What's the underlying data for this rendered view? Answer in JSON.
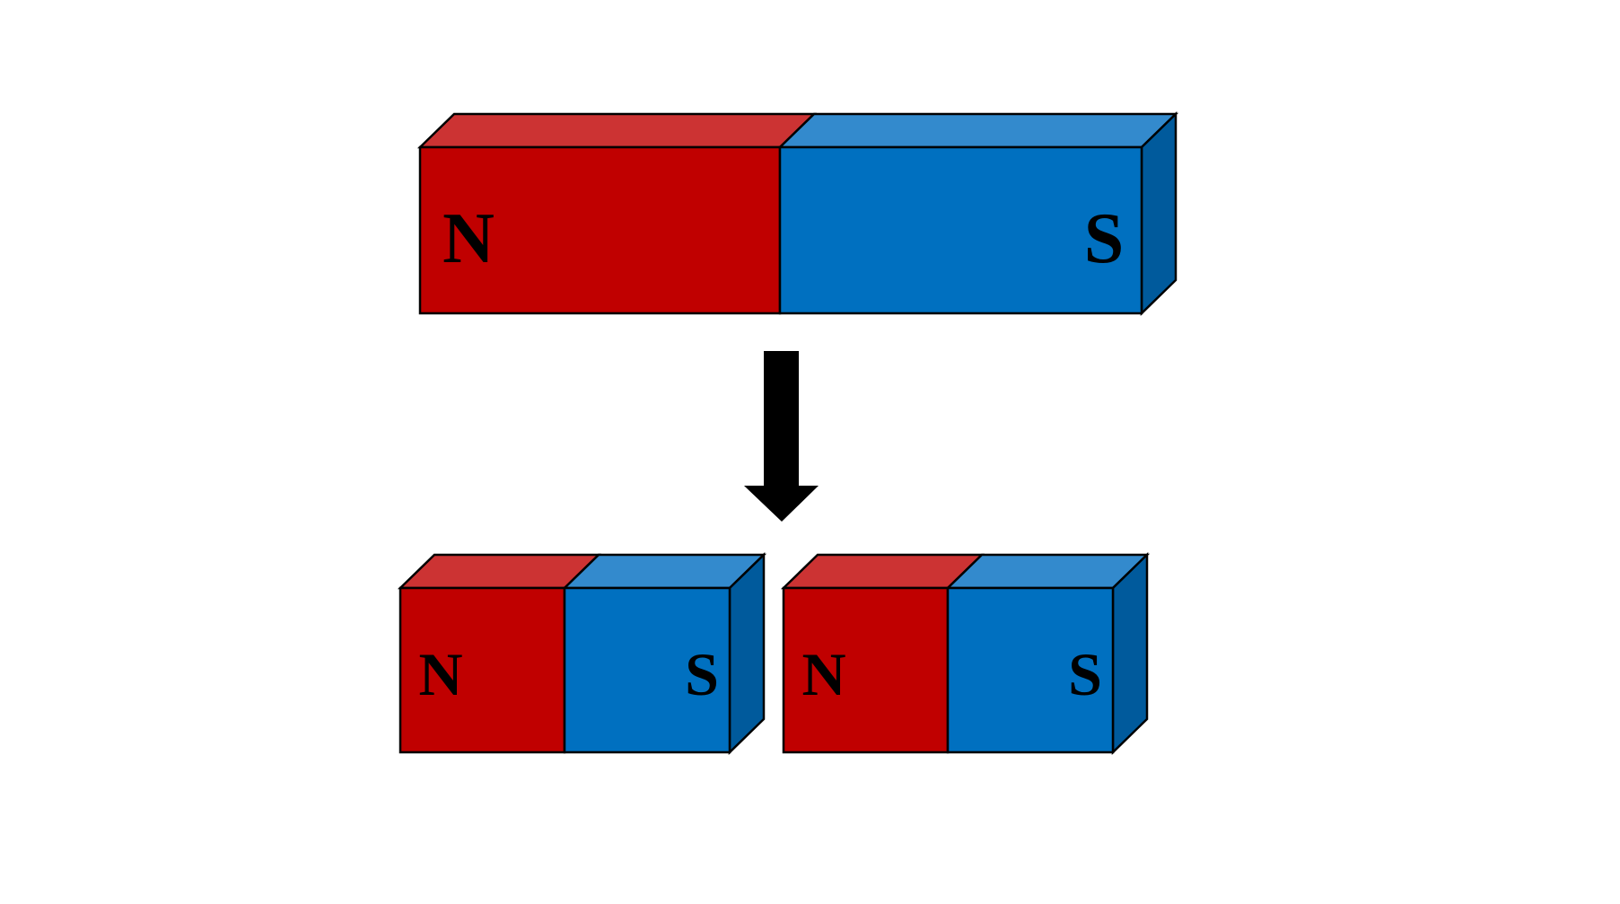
{
  "colors": {
    "north_front": "#C00000",
    "north_top": "#CC3333",
    "south_front": "#0070C0",
    "south_top": "#338ACD",
    "south_side": "#005A9C",
    "outline": "#000000",
    "arrow": "#000000",
    "background": "#FFFFFF"
  },
  "magnet_whole": {
    "north_label": "N",
    "south_label": "S"
  },
  "magnet_piece_left": {
    "north_label": "N",
    "south_label": "S"
  },
  "magnet_piece_right": {
    "north_label": "N",
    "south_label": "S"
  },
  "arrow_icon": "down-arrow-icon"
}
